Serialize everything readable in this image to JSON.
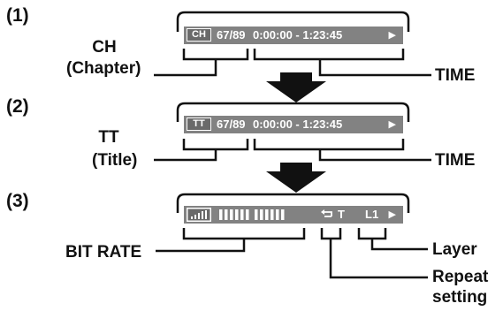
{
  "steps": [
    {
      "number": "(1)",
      "badge": "CH",
      "counter": "67/89",
      "time_range": "0:00:00 - 1:23:45",
      "left_label_line1": "CH",
      "left_label_line2": "(Chapter)",
      "right_label": "TIME"
    },
    {
      "number": "(2)",
      "badge": "TT",
      "counter": "67/89",
      "time_range": "0:00:00 - 1:23:45",
      "left_label_line1": "TT",
      "left_label_line2": "(Title)",
      "right_label": "TIME"
    },
    {
      "number": "(3)",
      "repeat_text": "T",
      "layer_text": "L1",
      "bit_rate_label": "BIT RATE",
      "layer_label": "Layer",
      "repeat_label_line1": "Repeat",
      "repeat_label_line2": "setting"
    }
  ],
  "icons": {
    "play": "play-icon",
    "repeat": "repeat-icon",
    "bitrate_meter": "signal-bars-icon",
    "arrow": "down-arrow-icon"
  },
  "colors": {
    "bar": "#828282",
    "arrow": "#111111",
    "text": "#111111"
  }
}
